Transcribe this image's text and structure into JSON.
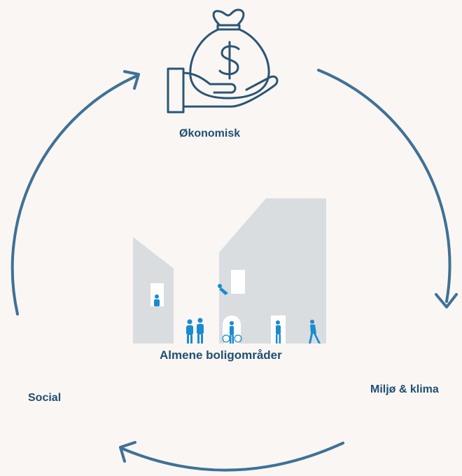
{
  "labels": {
    "economic": "Økonomisk",
    "center": "Almene boligområder",
    "environment": "Miljø & klima",
    "social": "Social"
  },
  "colors": {
    "background": "#faf6f3",
    "arrow": "#3f7196",
    "icon_stroke": "#2b5574",
    "label_text": "#1f4f73",
    "building": "#d9dde0",
    "people": "#1a8bd0"
  },
  "icons": {
    "economic": "money-bag-in-hand-icon",
    "center": "buildings-with-people-illustration"
  }
}
